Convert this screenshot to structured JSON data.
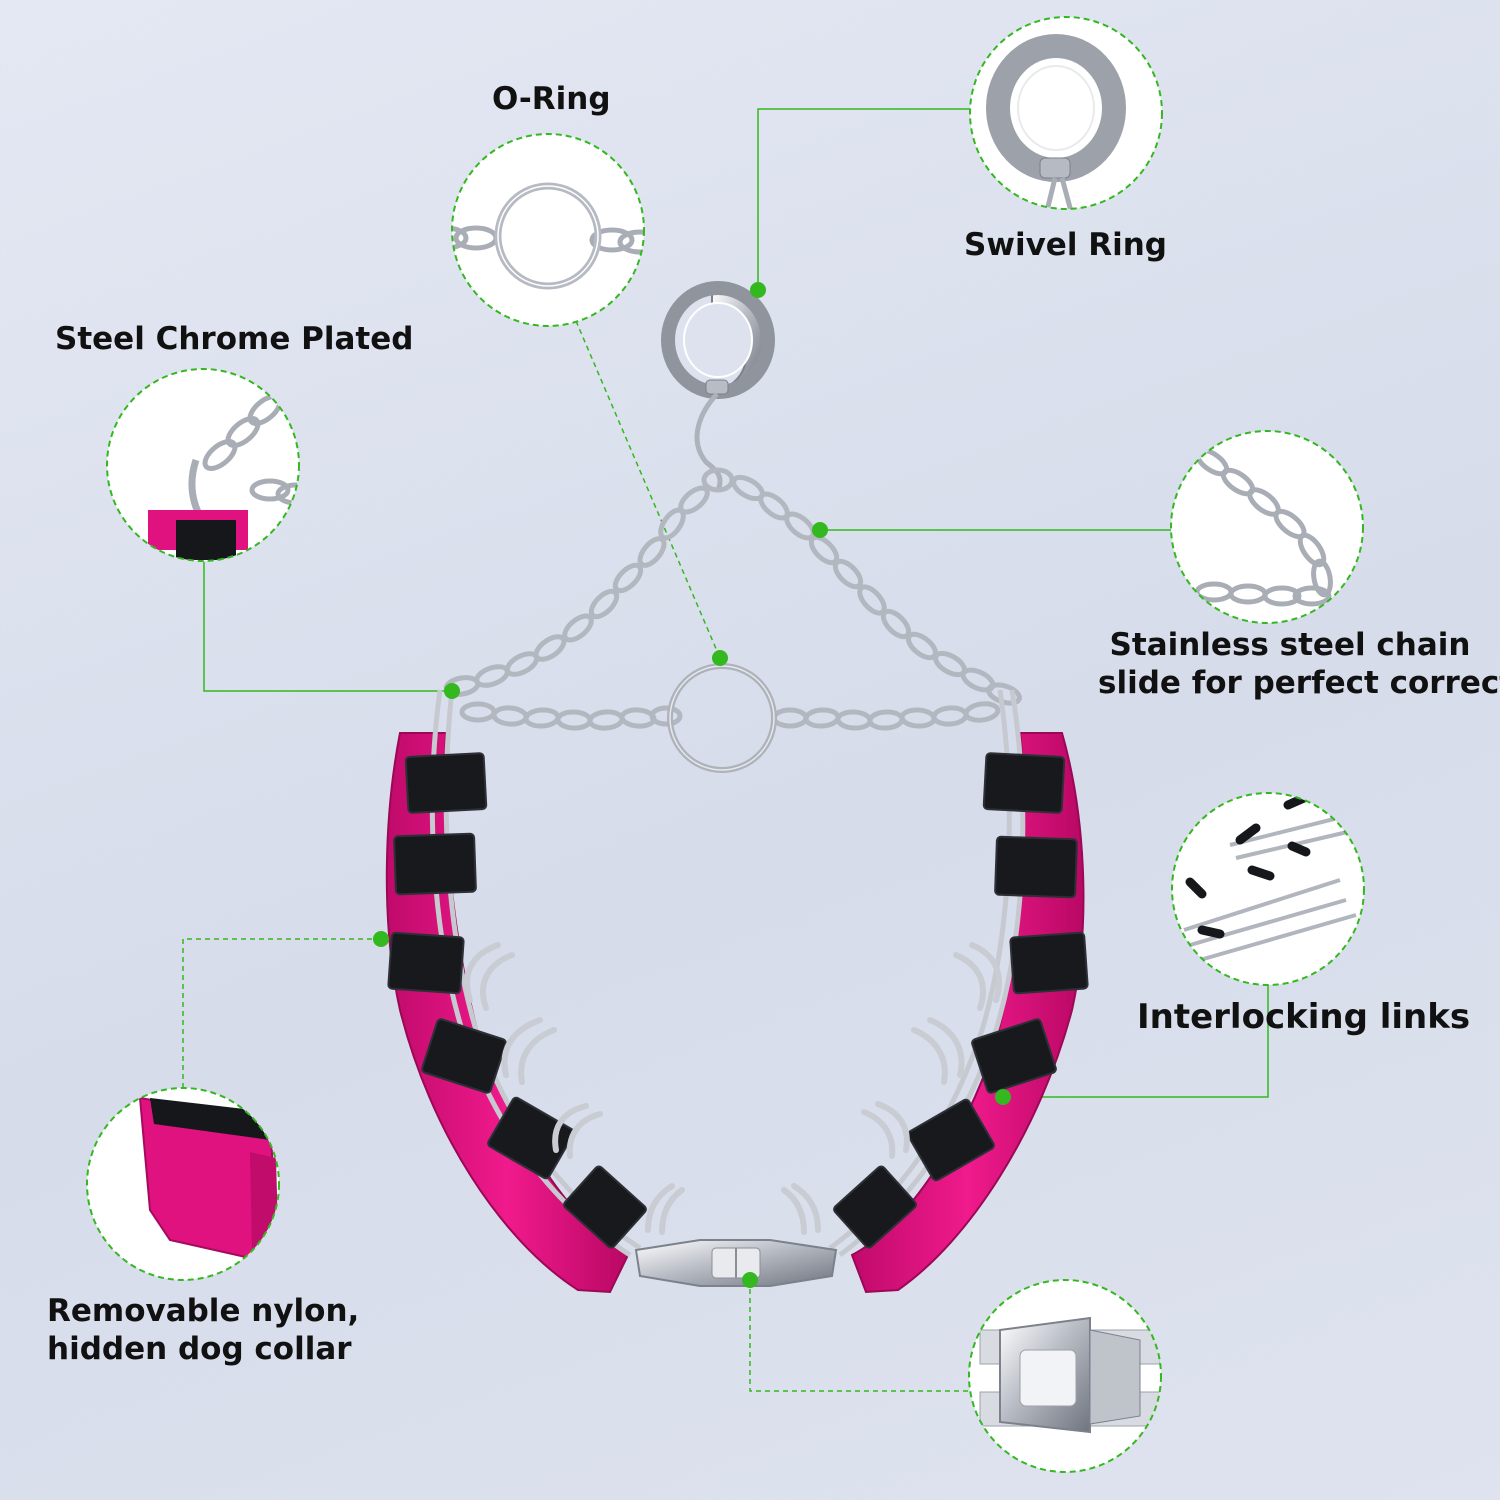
{
  "theme": {
    "background": "#dde2ee",
    "accent_green": "#33b81f",
    "nylon_pink": "#e0127f",
    "nylon_black": "#15171b",
    "chrome": "#c9ccd3"
  },
  "features": {
    "o_ring": {
      "label": "O-Ring",
      "icon": "o-ring-closeup"
    },
    "swivel_ring": {
      "label": "Swivel Ring",
      "icon": "swivel-ring-closeup"
    },
    "steel_chrome": {
      "label": "Steel Chrome Plated",
      "icon": "chrome-chain-closeup"
    },
    "chain_slide": {
      "label_lines": [
        "Stainless steel chain",
        "slide for perfect correction"
      ],
      "icon": "chain-closeup"
    },
    "interlocking": {
      "label": "Interlocking links",
      "icon": "prong-links-closeup"
    },
    "nylon_collar": {
      "label_lines": [
        "Removable nylon,",
        "hidden dog collar"
      ],
      "icon": "pink-nylon-closeup"
    },
    "buckle": {
      "icon": "buckle-closeup"
    }
  }
}
